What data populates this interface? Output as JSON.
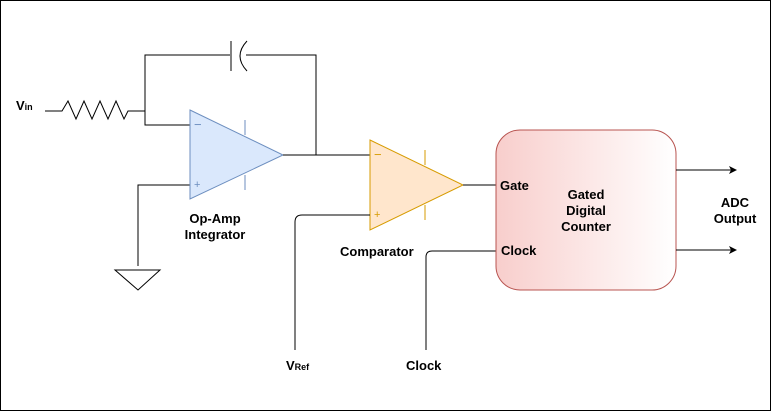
{
  "diagram": {
    "title": "Dual-slope integrating ADC block diagram",
    "labels": {
      "vin_main": "V",
      "vin_sub": "in",
      "vref_main": "V",
      "vref_sub": "Ref",
      "integrator_line1": "Op-Amp",
      "integrator_line2": "Integrator",
      "comparator": "Comparator",
      "counter_line1": "Gated",
      "counter_line2": "Digital",
      "counter_line3": "Counter",
      "gate_pin": "Gate",
      "clock_pin": "Clock",
      "clock_input": "Clock",
      "output_line1": "ADC",
      "output_line2": "Output",
      "minus": "−",
      "plus": "+"
    },
    "colors": {
      "integrator_fill": "#dae8fc",
      "integrator_stroke": "#6c8ebf",
      "comparator_fill": "#ffe6cc",
      "comparator_stroke": "#d79b00",
      "counter_fill_start": "#f8cecc",
      "counter_fill_end": "#ffffff",
      "counter_stroke": "#b85450",
      "wire": "#000000",
      "capacitor": "#808080"
    }
  }
}
